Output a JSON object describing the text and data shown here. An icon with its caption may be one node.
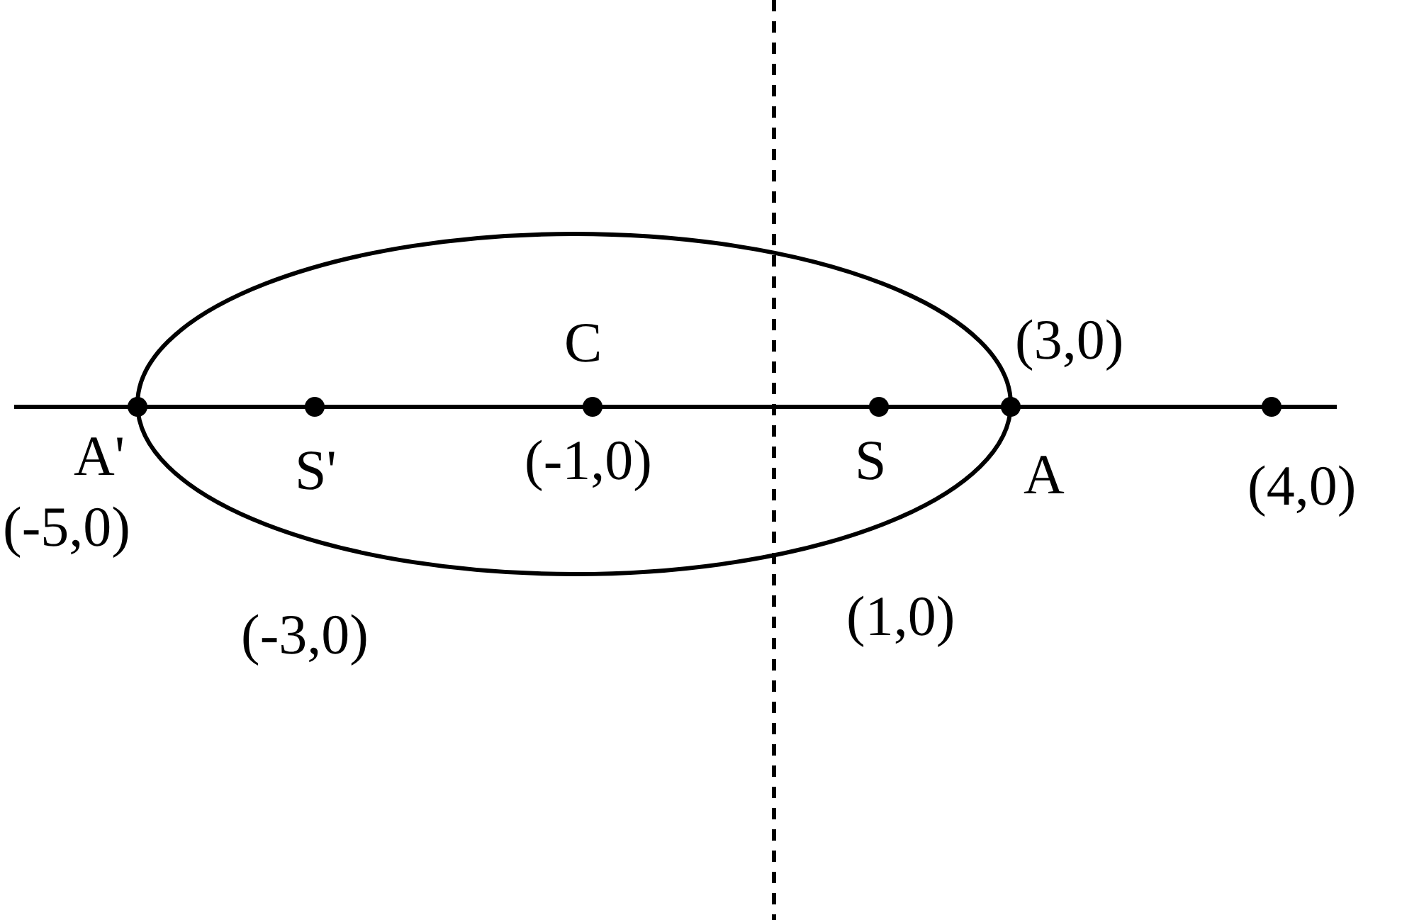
{
  "diagram": {
    "labels": [
      "C",
      "(3,0)",
      "A'",
      "S'",
      "(-1,0)",
      "S",
      "A",
      "(4,0)",
      "(-5,0)",
      "(-3,0)",
      "(1,0)"
    ]
  }
}
